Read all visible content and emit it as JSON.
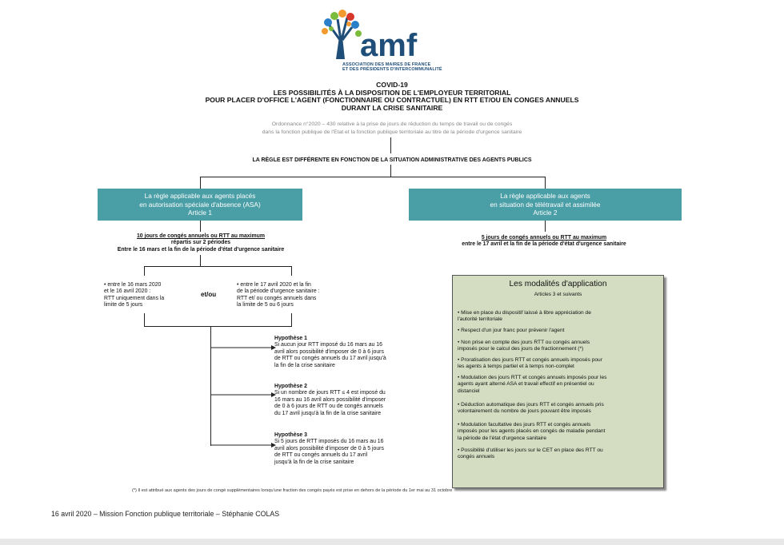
{
  "logo": {
    "text": "amf",
    "subtitle_line1": "ASSOCIATION DES MAIRES DE FRANCE",
    "subtitle_line2": "ET DES PRÉSIDENTS D'INTERCOMMUNALITÉ",
    "colors": {
      "brand": "#1f4e79",
      "accent": "#d9362b",
      "tree_blue": "#2a7fc9",
      "tree_green": "#7cbc3c",
      "tree_orange": "#f29a2e"
    }
  },
  "title": {
    "line1": "COVID-19",
    "line2": "LES POSSIBILITÉS À LA DISPOSITION DE L'EMPLOYEUR TERRITORIAL",
    "line3": "POUR PLACER D'OFFICE L'AGENT (FONCTIONNAIRE OU CONTRACTUEL) EN RTT ET/OU EN CONGES ANNUELS",
    "line4": "DURANT LA CRISE SANITAIRE"
  },
  "ordonnance": {
    "line1": "Ordonnance n°2020 – 430 relative à la prise de jours de réduction du temps de travail ou de congés",
    "line2": "dans la fonction publique de l'Etat et la fonction publique territoriale au titre de la période d'urgence sanitaire"
  },
  "regle_differente": "LA RÈGLE EST DIFFÉRENTE EN FONCTION DE LA SITUATION ADMINISTRATIVE DES AGENTS PUBLICS",
  "left_box": {
    "line1": "La règle applicable aux agents placés",
    "line2": "en autorisation spéciale d'absence (ASA)",
    "line3": "Article 1"
  },
  "right_box": {
    "line1": "La règle applicable aux agents",
    "line2": "en situation de télétravail et assimilée",
    "line3": "Article 2"
  },
  "left_rule": {
    "line1": "10 jours de congés annuels ou RTT au maximum",
    "line2": "répartis sur 2 périodes",
    "line3": "Entre le 16 mars et la fin de la période d'état d'urgence sanitaire"
  },
  "right_rule": {
    "line1": "5 jours de congés annuels ou RTT au maximum",
    "line2": "entre le 17 avril et la fin de la période d'état d'urgence sanitaire"
  },
  "period1": {
    "line1": "•   entre le 16 mars 2020",
    "line2": "et le 16 avril 2020 :",
    "line3": "RTT uniquement dans la",
    "line4": "limite de 5 jours"
  },
  "etou": "et/ou",
  "period2": {
    "line1": "• entre le 17 avril 2020 et la fin",
    "line2": "de la période d'urgence sanitaire :",
    "line3": "RTT et/ ou congés annuels dans",
    "line4": "la limite de 5 ou 6 jours"
  },
  "hypotheses": [
    {
      "title": "Hypothèse 1",
      "lines": [
        "Si aucun jour RTT imposé du 16 mars au 16",
        "avril alors possibilité d'imposer de 0 à 6 jours",
        "de RTT ou congés annuels du 17 avril jusqu'à",
        "la fin de la crise sanitaire"
      ]
    },
    {
      "title": "Hypothèse 2",
      "lines": [
        "Si un nombre de jours RTT ≤ 4 est imposé du",
        "16 mars au 16 avril alors possibilité d'imposer",
        "de 0 à 6 jours de  RTT ou de congés annuels",
        "du 17 avril  jusqu'à la fin de la crise sanitaire"
      ]
    },
    {
      "title": "Hypothèse 3",
      "lines": [
        "Si 5 jours de RTT imposés du 16 mars au 16",
        "avril alors possibilité d'imposer de 0 à 5 jours",
        "de  RTT ou congés annuels du 17 avril",
        "jusqu'à la fin de la crise sanitaire"
      ]
    }
  ],
  "modalites": {
    "title": "Les modalités d'application",
    "subtitle": "Articles 3 et suivants",
    "items": [
      [
        "•  Mise en place du dispositif  laissé à libre appréciation de",
        "l'autorité territoriale"
      ],
      [
        "•    Respect d'un jour franc pour prévenir l'agent"
      ],
      [
        "•  Non prise en compte des  jours RTT ou congés annuels",
        "imposés  pour le calcul des jours de fractionnement (*)"
      ],
      [
        "•  Proratisation des jours  RTT et congés annuels imposés pour",
        "les agents à temps partiel et à temps non-complet"
      ],
      [
        "•  Modulation des jours RTT et congés annuels imposés  pour les",
        "agents ayant alterné ASA et travail effectif en présentiel ou",
        "distanciel"
      ],
      [
        "•  Déduction automatique des  jours RTT et congés annuels pris",
        "volontairement du nombre de jours pouvant être imposés"
      ],
      [
        "•  Modulation facultative des jours RTT et congés annuels",
        "imposés pour les agents placés en congés de maladie pendant",
        "la période de l'état d'urgence sanitaire"
      ],
      [
        "•  Possibilité d'utiliser les jours sur le CET en place des RTT ou",
        "congés annuels"
      ]
    ]
  },
  "note": "(*) Il est attribué aux agents des jours de congé supplémentaires lorsqu'une fraction des congés payés est prise en dehors de la période du 1er mai au 31 octobre",
  "footer": "16 avril 2020 – Mission Fonction publique territoriale – Stéphanie COLAS"
}
